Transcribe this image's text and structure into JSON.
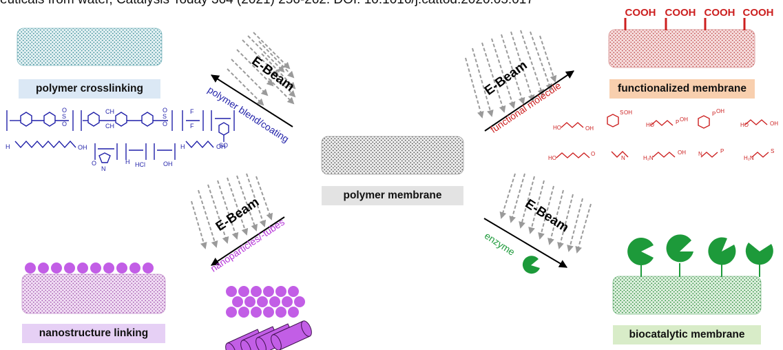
{
  "caption": "euticals from water, Catalysis Today 364 (2021) 256-262. DOI: 10.1016/j.cattod.2020.05.017",
  "center": {
    "label": "polymer membrane"
  },
  "beam_label": "E-Beam",
  "quadrants": {
    "top_left": {
      "label": "polymer crosslinking",
      "additive": "polymer blend/coating"
    },
    "top_right": {
      "label": "functionalized membrane",
      "additive": "functional molecule",
      "group": "COOH",
      "group_count": 4
    },
    "bottom_left": {
      "label": "nanostructure linking",
      "additive": "nanoparticles/-tubes"
    },
    "bottom_right": {
      "label": "biocatalytic membrane",
      "additive": "enzyme"
    }
  },
  "colors": {
    "blue": "#1f1fa8",
    "red": "#cc1f1f",
    "purple": "#b535d8",
    "green": "#1d9a3a",
    "beam_gray": "#9a9a9a",
    "label_blue_bg": "#dbe8f5",
    "label_orange_bg": "#f8cfae",
    "label_purple_bg": "#e6d0f5",
    "label_green_bg": "#d8ecc8",
    "label_gray_bg": "#e3e3e3"
  }
}
